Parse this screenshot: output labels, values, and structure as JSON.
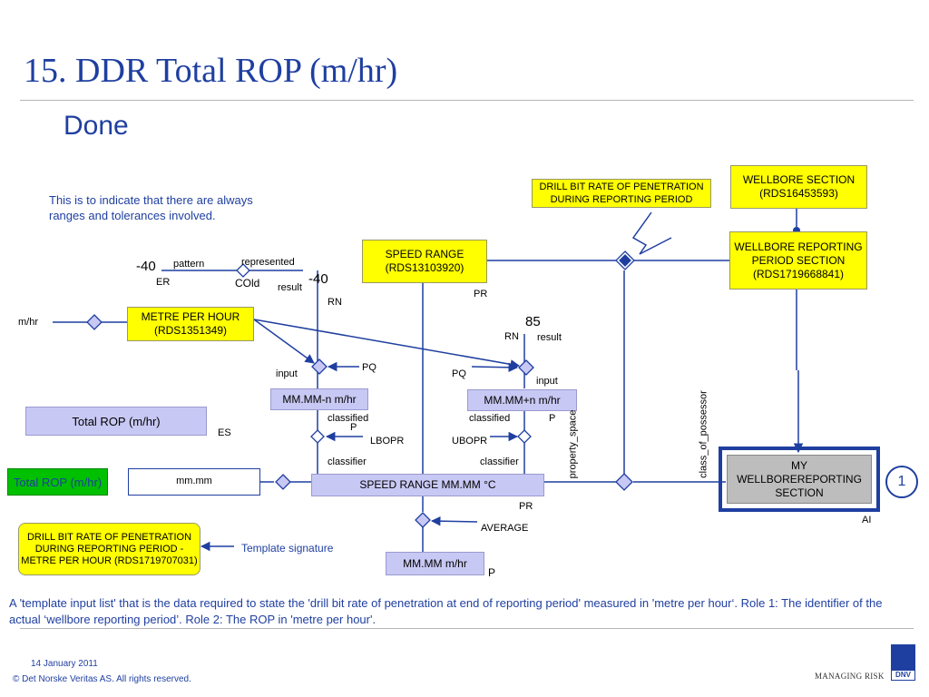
{
  "title": "15. DDR Total ROP (m/hr)",
  "subtitle": "Done",
  "note": "This is to indicate that there are always ranges and tolerances involved.",
  "boxes": {
    "wellbore_section": "WELLBORE SECTION (RDS16453593)",
    "drill_bit_rate": "DRILL BIT RATE OF PENETRATION DURING REPORTING PERIOD",
    "speed_range": "SPEED RANGE (RDS13103920)",
    "wellbore_reporting": "WELLBORE REPORTING PERIOD SECTION (RDS1719668841)",
    "metre_per_hour": "METRE PER HOUR (RDS1351349)",
    "mm_minus": "MM.MM-n m/hr",
    "mm_plus": "MM.MM+n m/hr",
    "total_rop_lav": "Total ROP (m/hr)",
    "total_rop_green": "Total ROP (m/hr)",
    "mm_input": "mm.mm",
    "speed_range_mm": "SPEED RANGE MM.MM °C",
    "my_wellbore": "MY WELLBOREREPORTING SECTION",
    "template_box": "DRILL BIT RATE OF PENETRATION DURING REPORTING PERIOD - METRE PER HOUR (RDS1719707031)",
    "mm_avg": "MM.MM m/hr"
  },
  "labels": {
    "minus40_left": "-40",
    "pattern": "pattern",
    "represented": "represented",
    "er": "ER",
    "cold": "COld",
    "result_left": "result",
    "minus40_right": "-40",
    "rn_left": "RN",
    "mhr": "m/hr",
    "pr_top": "PR",
    "val85": "85",
    "rn_right": "RN",
    "result_right": "result",
    "pq_left": "PQ",
    "input_left": "input",
    "pq_right": "PQ",
    "input_right": "input",
    "classified_left": "classified",
    "p_left": "P",
    "classified_right": "classified",
    "p_right": "P",
    "es": "ES",
    "lbopr": "LBOPR",
    "ubopr": "UBOPR",
    "classifier_left": "classifier",
    "classifier_right": "classifier",
    "property_space": "property_space",
    "class_of_possessor": "class_of_possessor",
    "pr_bottom": "PR",
    "average": "AVERAGE",
    "p_bottom": "P",
    "template_signature": "Template signature",
    "ai": "AI"
  },
  "role_badge": "1",
  "caption": "A 'template input list' that is the data required to state the 'drill bit rate of penetration at end of reporting period' measured in 'metre per hour‘. Role 1: The identifier of the actual ‘wellbore reporting period’. Role 2: The ROP in 'metre per hour'.",
  "footer": {
    "date": "14 January 2011",
    "copyright": "© Det Norske Veritas AS. All rights reserved.",
    "tagline": "MANAGING RISK",
    "logo_text": "DNV"
  },
  "colors": {
    "title": "#1f3fa0",
    "yellow_box": "#ffff00",
    "lavender_box": "#c8c8f4",
    "green_box": "#00c000",
    "connector": "#1f3fa0"
  }
}
